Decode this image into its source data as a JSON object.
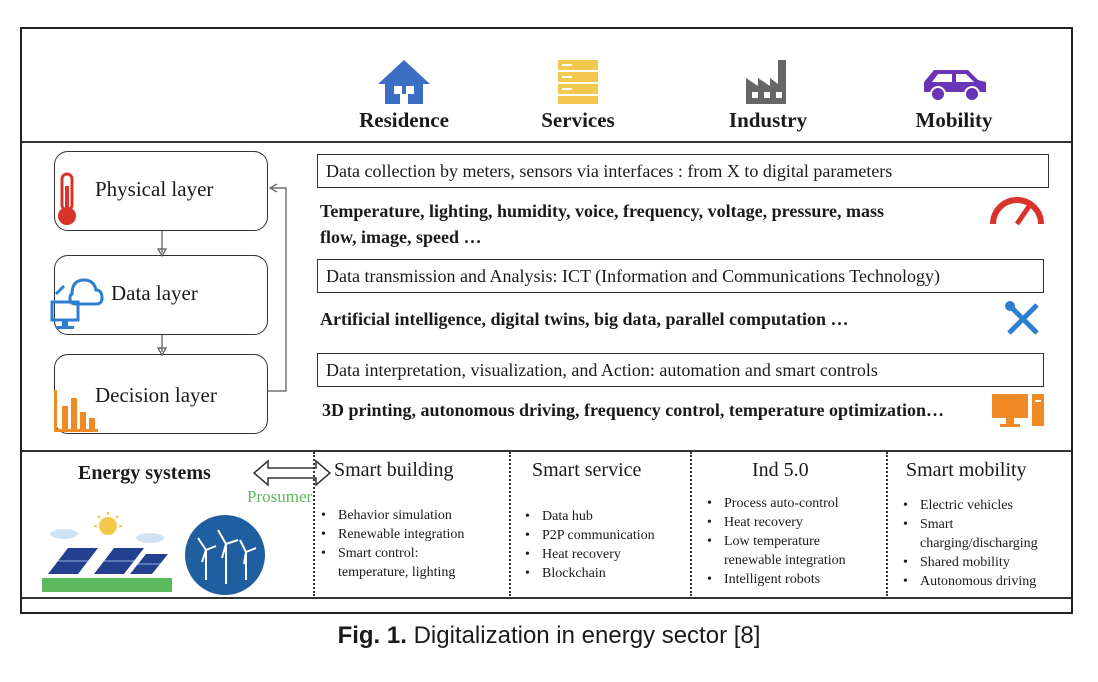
{
  "sectors": [
    {
      "label": "Residence",
      "icon": "house-icon",
      "color": "#3b6fc4"
    },
    {
      "label": "Services",
      "icon": "server-stack-icon",
      "color": "#f2c94c"
    },
    {
      "label": "Industry",
      "icon": "factory-icon",
      "color": "#666666"
    },
    {
      "label": "Mobility",
      "icon": "car-icon",
      "color": "#6a35b4"
    }
  ],
  "layers": [
    {
      "label": "Physical layer",
      "icon": "thermometer-icon"
    },
    {
      "label": "Data layer",
      "icon": "cloud-computer-icon"
    },
    {
      "label": "Decision layer",
      "icon": "bar-chart-icon"
    }
  ],
  "descriptions": [
    {
      "box": "Data collection by meters, sensors via interfaces : from X to digital parameters",
      "detail_line1": "Temperature, lighting, humidity, voice, frequency, voltage, pressure, mass",
      "detail_line2": "flow, image, speed …",
      "icon": "gauge-icon"
    },
    {
      "box": "Data transmission and Analysis: ICT (Information and Communications Technology)",
      "detail_line1": "Artificial intelligence, digital twins, big data, parallel computation …",
      "icon": "tools-icon"
    },
    {
      "box": "Data interpretation, visualization, and Action: automation and smart controls",
      "detail_line1": "3D printing, autonomous driving, frequency control, temperature optimization…",
      "icon": "computer-icon"
    }
  ],
  "energy": {
    "title": "Energy systems",
    "prosumer": "Prosumer",
    "solar_icon": "solar-panel-icon",
    "wind_icon": "wind-turbine-icon"
  },
  "columns": [
    {
      "title": "Smart building",
      "items": [
        "Behavior simulation",
        "Renewable integration",
        "Smart control:",
        "temperature, lighting"
      ]
    },
    {
      "title": "Smart service",
      "items": [
        "Data hub",
        "P2P communication",
        "Heat recovery",
        "Blockchain"
      ]
    },
    {
      "title": "Ind 5.0",
      "items": [
        "Process auto-control",
        "Heat recovery",
        "Low temperature",
        "renewable integration",
        "Intelligent robots"
      ]
    },
    {
      "title": "Smart mobility",
      "items": [
        "Electric vehicles",
        "Smart",
        "charging/discharging",
        "Shared mobility",
        "Autonomous driving"
      ]
    }
  ],
  "caption": {
    "fig": "Fig. 1.",
    "text": " Digitalization in energy sector [8]"
  },
  "colors": {
    "red": "#d9342b",
    "blue": "#2f7fd1",
    "orange": "#f08a24",
    "green": "#5cb85c"
  }
}
